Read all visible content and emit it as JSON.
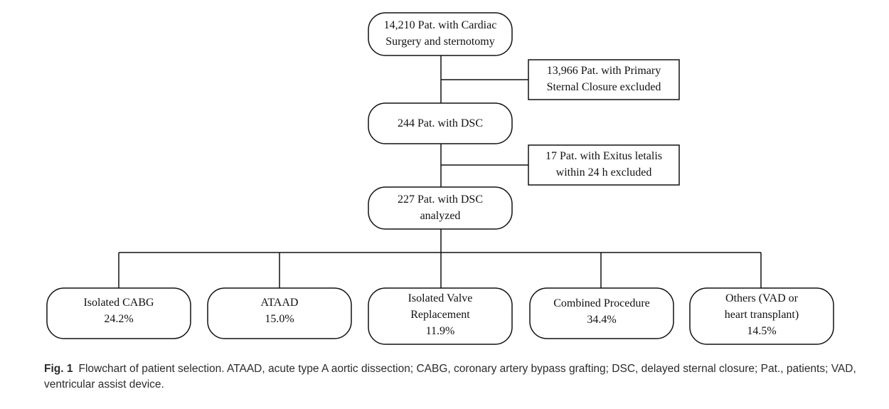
{
  "nodes": {
    "start": [
      "14,210 Pat. with Cardiac",
      "Surgery and sternotomy"
    ],
    "excluded_primary": [
      "13,966 Pat. with Primary",
      "Sternal Closure excluded"
    ],
    "dsc": [
      "244 Pat. with DSC"
    ],
    "excluded_exitus": [
      "17 Pat. with Exitus letalis",
      "within 24 h excluded"
    ],
    "analyzed": [
      "227 Pat. with DSC",
      "analyzed"
    ],
    "cabg": [
      "Isolated CABG",
      "24.2%"
    ],
    "ataad": [
      "ATAAD",
      "15.0%"
    ],
    "valve": [
      "Isolated Valve",
      "Replacement",
      "11.9%"
    ],
    "combined": [
      "Combined Procedure",
      "34.4%"
    ],
    "others": [
      "Others (VAD or",
      "heart transplant)",
      "14.5%"
    ]
  },
  "caption": {
    "label": "Fig. 1",
    "text": "Flowchart of patient selection. ATAAD, acute type A aortic dissection; CABG, coronary artery bypass grafting; DSC, delayed sternal closure; Pat., patients; VAD, ventricular assist device."
  }
}
